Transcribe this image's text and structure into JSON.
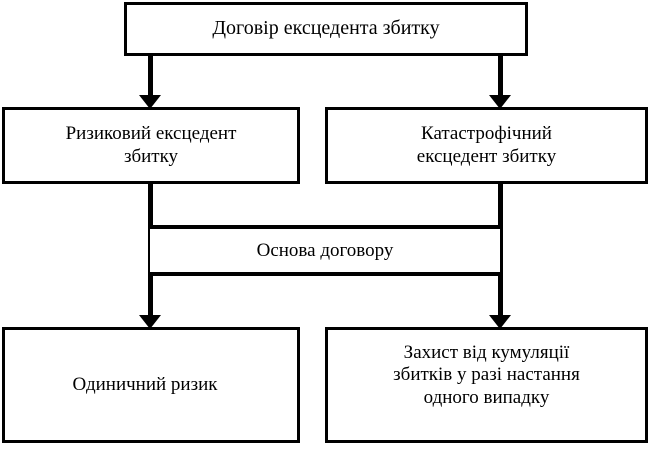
{
  "diagram": {
    "title": "Договір ексцедента збитку",
    "nodes": {
      "top": {
        "label": "Договір ексцедента збитку"
      },
      "risk_excess": {
        "label": "Ризиковий ексцедент\nзбитку"
      },
      "catastrophe_excess": {
        "label": "Катастрофічний\nексцедент збитку"
      },
      "contract_basis": {
        "label": "Основа договору"
      },
      "single_risk": {
        "label": "Одиничний ризик"
      },
      "cumulation_protection": {
        "label": "Захист від кумуляції\nзбитків у разі настання\nодного випадку"
      }
    },
    "connectors": [
      {
        "name": "top-to-risk-excess",
        "from": "top",
        "to": "risk_excess",
        "style": "arrow-down"
      },
      {
        "name": "top-to-catastrophe-excess",
        "from": "top",
        "to": "catastrophe_excess",
        "style": "arrow-down"
      },
      {
        "name": "risk-excess-to-single-risk",
        "from": "risk_excess",
        "to": "single_risk",
        "style": "arrow-down"
      },
      {
        "name": "catastrophe-excess-to-protection",
        "from": "catastrophe_excess",
        "to": "cumulation_protection",
        "style": "arrow-down"
      }
    ],
    "colors": {
      "line": "#000000",
      "fill": "#ffffff",
      "text": "#000000"
    }
  }
}
